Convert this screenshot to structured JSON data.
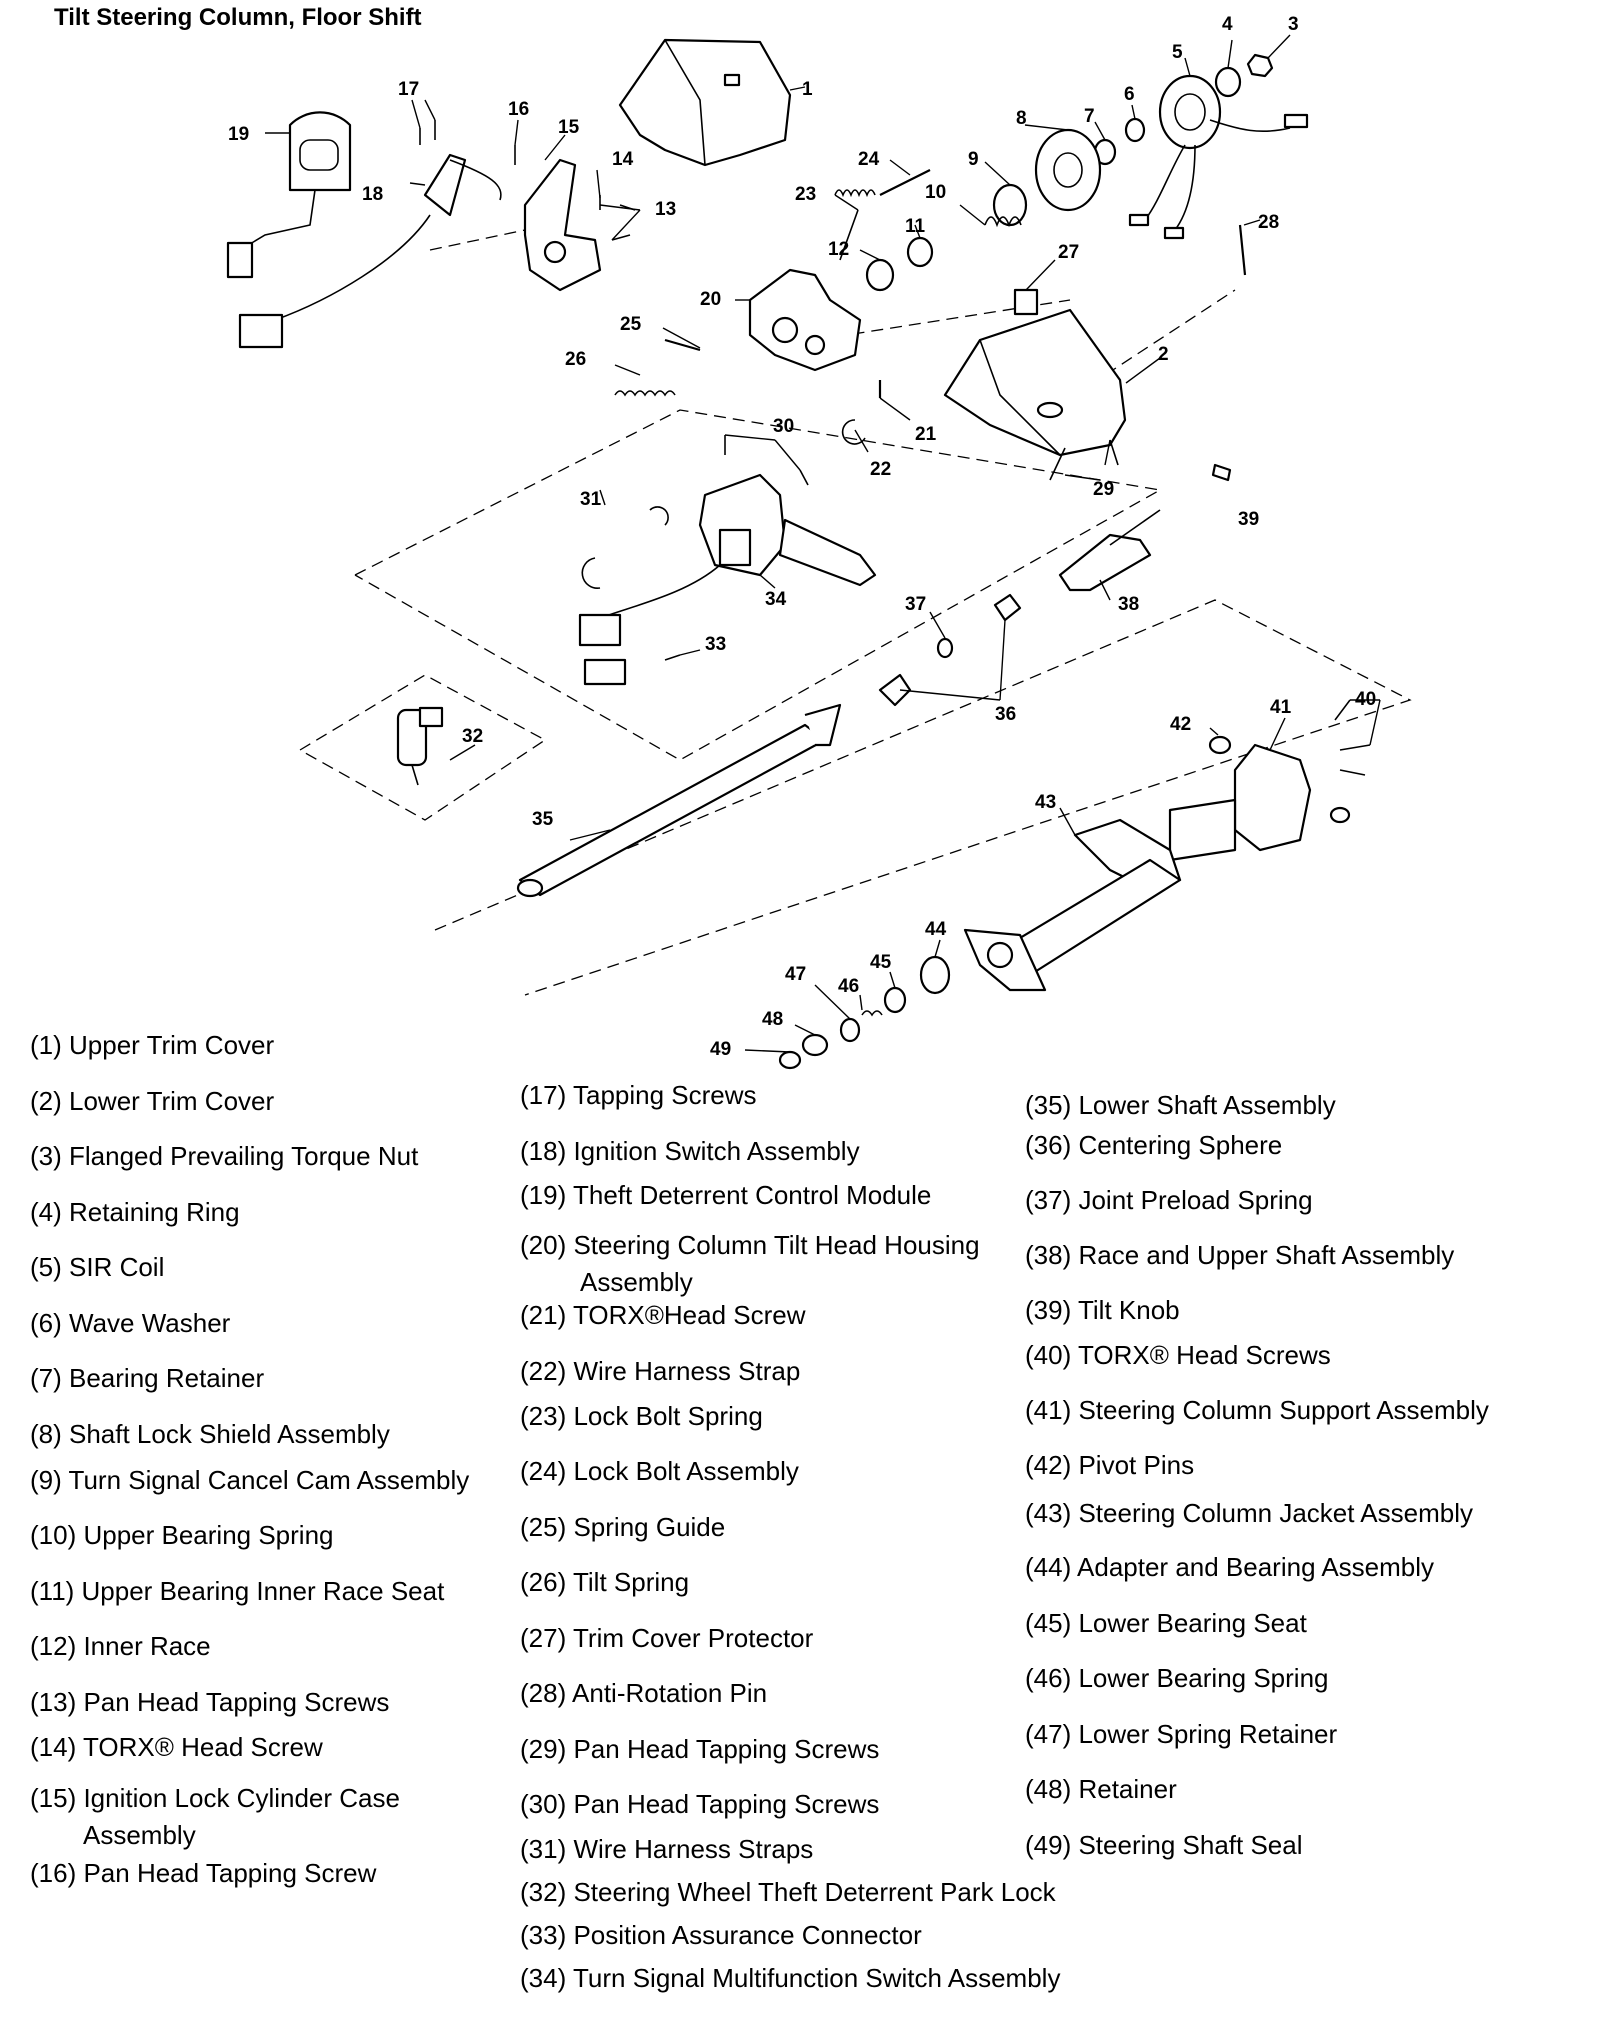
{
  "title": "Tilt Steering Column, Floor Shift",
  "callouts": [
    "1",
    "2",
    "3",
    "4",
    "5",
    "6",
    "7",
    "8",
    "9",
    "10",
    "11",
    "12",
    "13",
    "14",
    "15",
    "16",
    "17",
    "18",
    "19",
    "20",
    "21",
    "22",
    "23",
    "24",
    "25",
    "26",
    "27",
    "28",
    "29",
    "30",
    "31",
    "32",
    "33",
    "34",
    "35",
    "36",
    "37",
    "38",
    "39",
    "40",
    "41",
    "42",
    "43",
    "44",
    "45",
    "46",
    "47",
    "48",
    "49"
  ],
  "legend": {
    "col1": [
      {
        "text": "(1) Upper Trim Cover"
      },
      {
        "text": "(2) Lower Trim Cover"
      },
      {
        "text": "(3) Flanged Prevailing Torque Nut"
      },
      {
        "text": "(4) Retaining Ring"
      },
      {
        "text": "(5) SIR Coil"
      },
      {
        "text": "(6) Wave Washer"
      },
      {
        "text": "(7) Bearing Retainer"
      },
      {
        "text": "(8) Shaft Lock Shield Assembly"
      },
      {
        "text": "(9) Turn Signal Cancel Cam Assembly"
      },
      {
        "text": "(10) Upper Bearing Spring"
      },
      {
        "text": "(11) Upper Bearing Inner Race Seat"
      },
      {
        "text": "(12) Inner Race"
      },
      {
        "text": "(13) Pan Head Tapping Screws"
      },
      {
        "text": "(14) TORX® Head Screw"
      },
      {
        "text": "(15) Ignition Lock Cylinder Case",
        "cont": "Assembly"
      },
      {
        "text": "(16) Pan Head Tapping Screw"
      }
    ],
    "col2": [
      {
        "text": "(17) Tapping Screws"
      },
      {
        "text": "(18) Ignition Switch Assembly"
      },
      {
        "text": "(19) Theft Deterrent Control Module"
      },
      {
        "text": "(20) Steering Column Tilt Head Housing",
        "cont": "Assembly"
      },
      {
        "text": "(21) TORX®Head Screw"
      },
      {
        "text": "(22) Wire Harness Strap"
      },
      {
        "text": "(23) Lock Bolt Spring"
      },
      {
        "text": "(24) Lock Bolt Assembly"
      },
      {
        "text": "(25) Spring Guide"
      },
      {
        "text": "(26) Tilt Spring"
      },
      {
        "text": "(27) Trim Cover Protector"
      },
      {
        "text": "(28) Anti-Rotation Pin"
      },
      {
        "text": "(29) Pan Head Tapping Screws"
      },
      {
        "text": "(30) Pan Head Tapping Screws"
      },
      {
        "text": "(31) Wire Harness Straps"
      },
      {
        "text": "(32) Steering Wheel Theft Deterrent Park Lock"
      },
      {
        "text": "(33) Position Assurance Connector"
      },
      {
        "text": "(34) Turn Signal Multifunction Switch Assembly"
      }
    ],
    "col3": [
      {
        "text": "(35) Lower Shaft Assembly"
      },
      {
        "text": "(36) Centering Sphere"
      },
      {
        "text": "(37) Joint Preload Spring"
      },
      {
        "text": "(38) Race and Upper Shaft Assembly"
      },
      {
        "text": "(39) Tilt Knob"
      },
      {
        "text": "(40) TORX® Head Screws"
      },
      {
        "text": "(41) Steering Column Support Assembly"
      },
      {
        "text": "(42) Pivot Pins"
      },
      {
        "text": "(43) Steering Column Jacket Assembly"
      },
      {
        "text": "(44) Adapter and Bearing Assembly"
      },
      {
        "text": "(45) Lower Bearing Seat"
      },
      {
        "text": "(46) Lower Bearing Spring"
      },
      {
        "text": "(47) Lower Spring Retainer"
      },
      {
        "text": "(48) Retainer"
      },
      {
        "text": "(49) Steering Shaft Seal"
      }
    ]
  }
}
